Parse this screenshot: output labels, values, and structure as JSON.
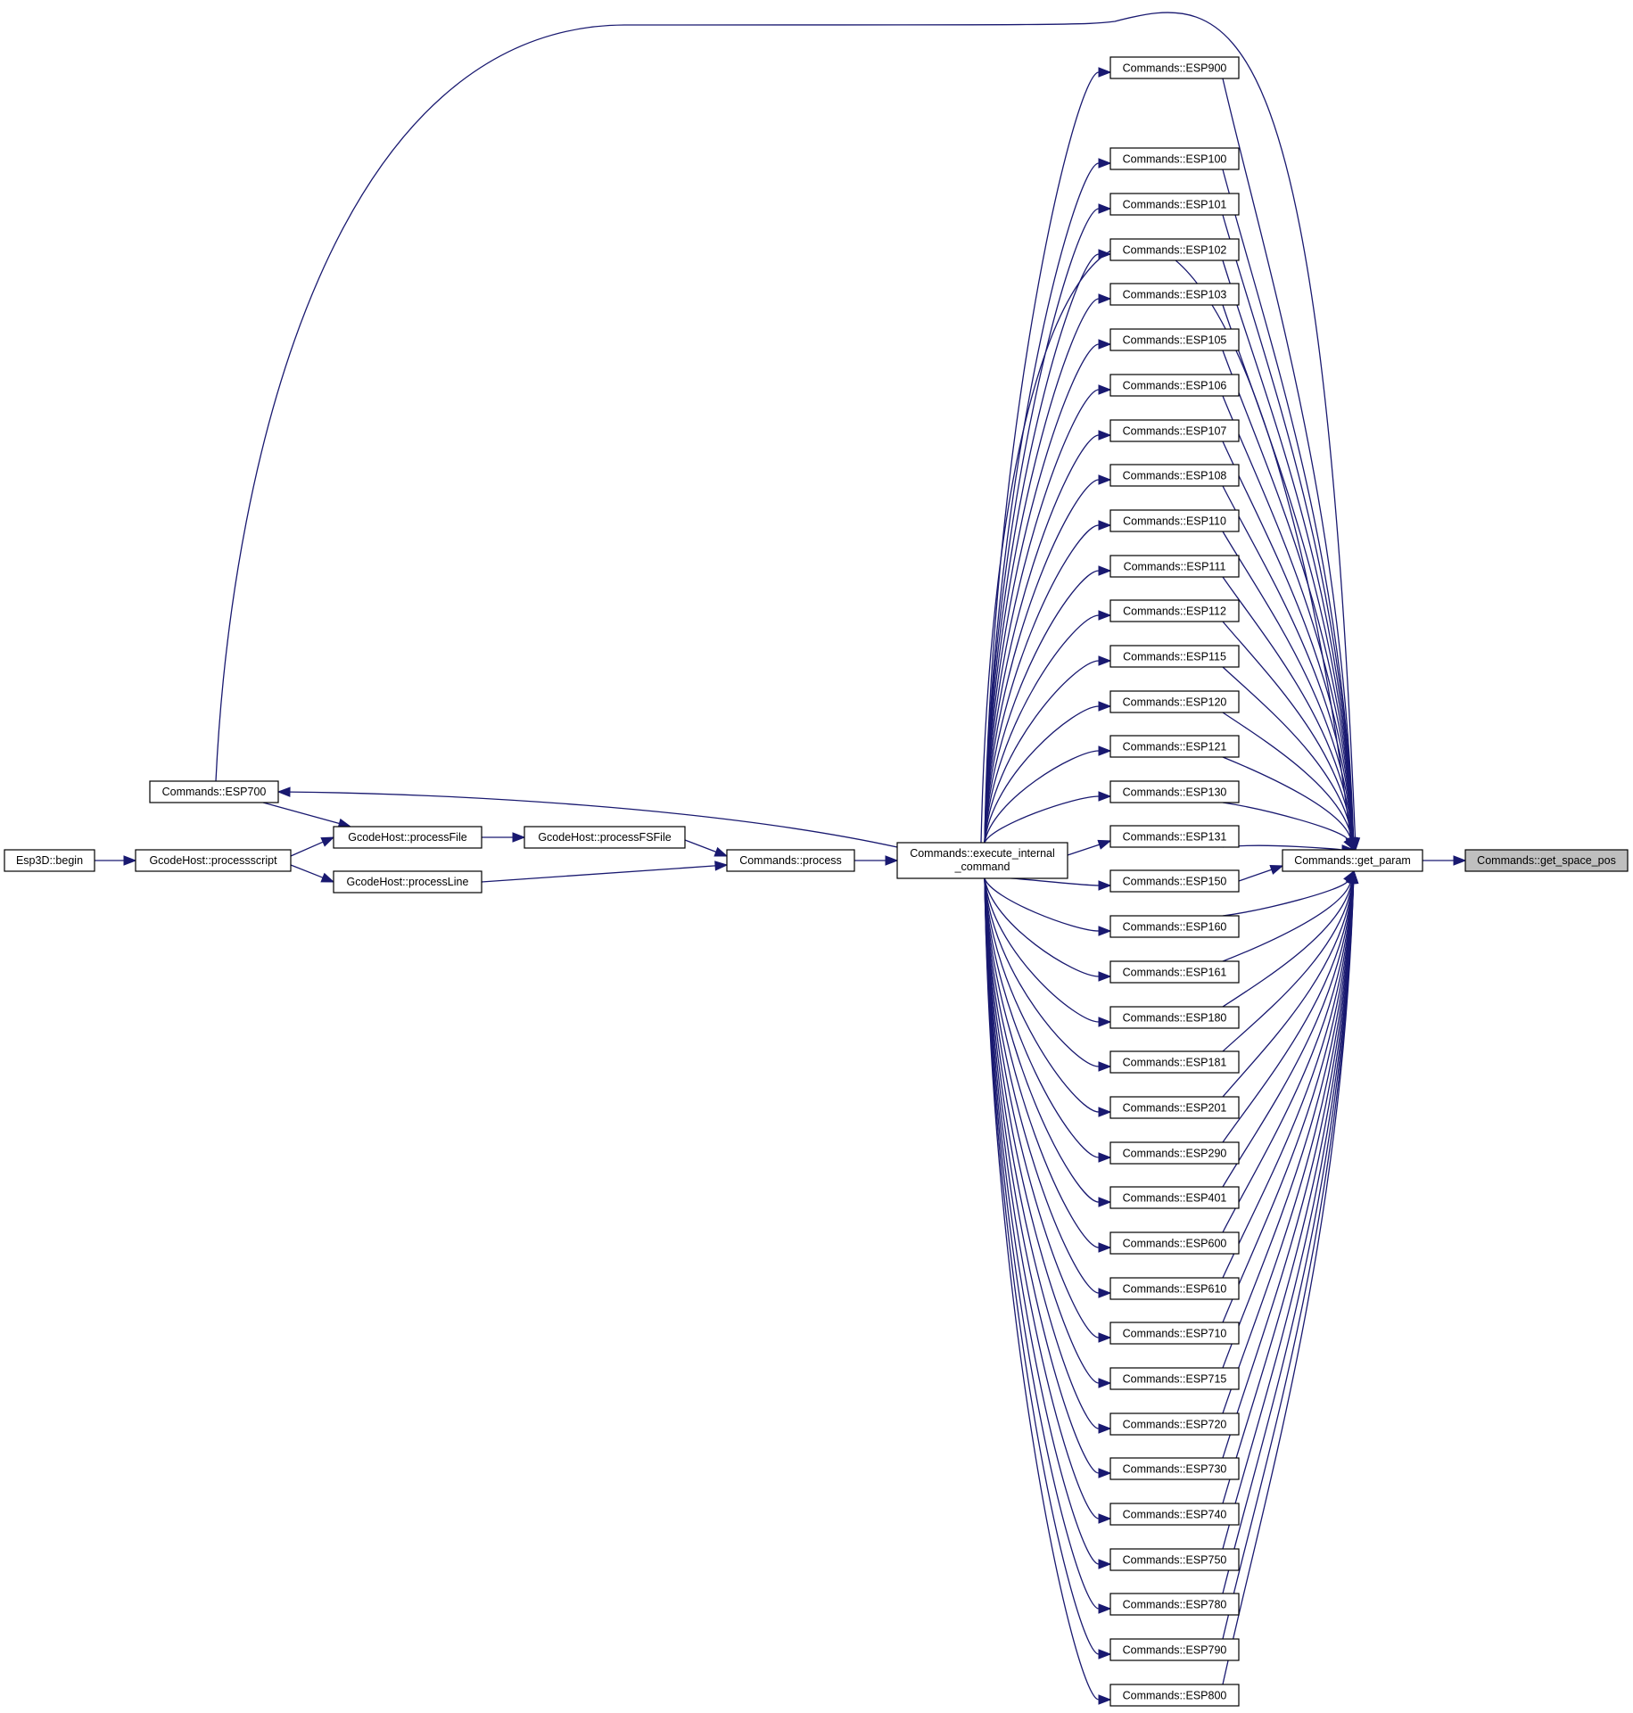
{
  "colors": {
    "edge": "#191970",
    "node_border": "#000000",
    "node_fill": "#ffffff",
    "highlight_fill": "#bfbfbf"
  },
  "nodes": {
    "begin": "Esp3D::begin",
    "processscript": "GcodeHost::processscript",
    "processFile": "GcodeHost::processFile",
    "processLine": "GcodeHost::processLine",
    "processFSFile": "GcodeHost::processFSFile",
    "process": "Commands::process",
    "esp700": "Commands::ESP700",
    "exec_line1": "Commands::execute_internal",
    "exec_line2": "_command",
    "get_param": "Commands::get_param",
    "get_space_pos": "Commands::get_space_pos"
  },
  "esp_commands": [
    "Commands::ESP900",
    "Commands::ESP100",
    "Commands::ESP101",
    "Commands::ESP102",
    "Commands::ESP103",
    "Commands::ESP105",
    "Commands::ESP106",
    "Commands::ESP107",
    "Commands::ESP108",
    "Commands::ESP110",
    "Commands::ESP111",
    "Commands::ESP112",
    "Commands::ESP115",
    "Commands::ESP120",
    "Commands::ESP121",
    "Commands::ESP130",
    "Commands::ESP131",
    "Commands::ESP150",
    "Commands::ESP160",
    "Commands::ESP161",
    "Commands::ESP180",
    "Commands::ESP181",
    "Commands::ESP201",
    "Commands::ESP290",
    "Commands::ESP401",
    "Commands::ESP600",
    "Commands::ESP610",
    "Commands::ESP710",
    "Commands::ESP715",
    "Commands::ESP720",
    "Commands::ESP730",
    "Commands::ESP740",
    "Commands::ESP750",
    "Commands::ESP780",
    "Commands::ESP790",
    "Commands::ESP800"
  ]
}
